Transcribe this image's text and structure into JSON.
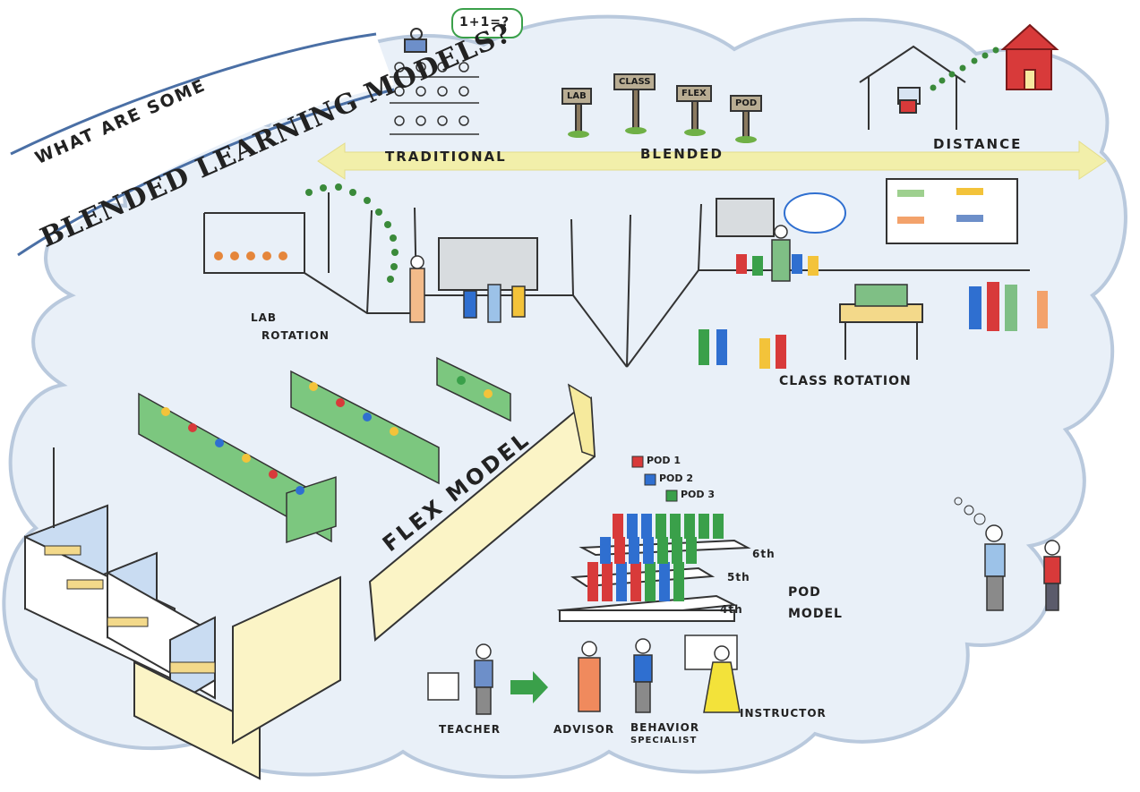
{
  "header": {
    "line1": "WHAT ARE SOME",
    "line2": "BLENDED LEARNING MODELS?"
  },
  "scale": {
    "left": "TRADITIONAL",
    "middle": "BLENDED",
    "right": "DISTANCE",
    "signs": [
      "LAB",
      "CLASS",
      "FLEX",
      "POD"
    ]
  },
  "traditional": {
    "board": "1+1=?"
  },
  "models": {
    "lab_rotation": [
      "LAB",
      "ROTATION"
    ],
    "class_rotation": "CLASS ROTATION",
    "flex_model": "FLEX MODEL",
    "pod_model": [
      "POD",
      "MODEL"
    ]
  },
  "pods": {
    "legend": [
      {
        "label": "POD 1",
        "color": "#d83a3a"
      },
      {
        "label": "POD 2",
        "color": "#2f6fd0"
      },
      {
        "label": "POD 3",
        "color": "#3aa04a"
      }
    ],
    "grades": [
      "6th",
      "5th",
      "4th"
    ]
  },
  "roles": [
    "TEACHER",
    "ADVISOR",
    "BEHAVIOR",
    "SPECIALIST",
    "INSTRUCTOR"
  ],
  "colors": {
    "cloud_fill": "#e9f0f8",
    "cloud_outline": "#b9c9dd",
    "arrow": "#f2efaa",
    "partition": "#fbf4c6",
    "cubicle": "#7cc77f",
    "room": "#c9dcf2"
  }
}
